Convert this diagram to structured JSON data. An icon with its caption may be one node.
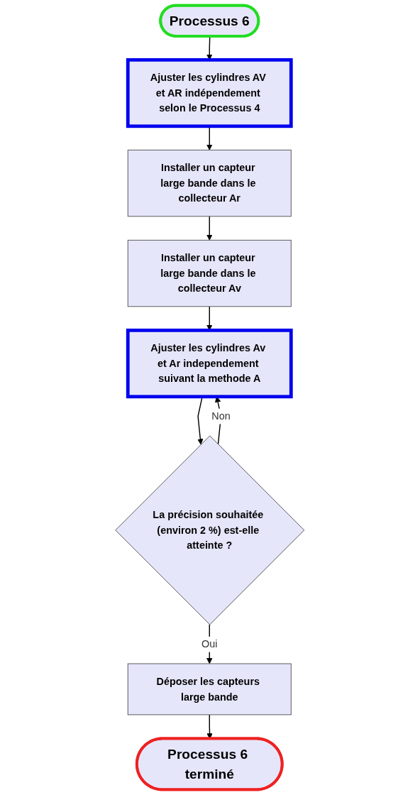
{
  "diagram": {
    "nodes": [
      {
        "text": [
          "Processus 6"
        ]
      },
      {
        "text": [
          "Ajuster les cylindres AV et AR indépendement selon le Processus 4"
        ]
      },
      {
        "text": [
          "Installer un capteur large bande dans le collecteur Ar"
        ]
      },
      {
        "text": [
          "Installer un capteur large bande dans le collecteur Av"
        ]
      },
      {
        "text": [
          "Ajuster les cylindres Av et Ar independement suivant la methode A"
        ]
      },
      {
        "text": [
          "La précision souhaitée (environ 2 %) est-elle atteinte ?"
        ]
      },
      {
        "text": [
          "Déposer les capteurs large bande"
        ]
      },
      {
        "text": [
          "Processus 6 terminé"
        ]
      }
    ],
    "edges": [
      {
        "from": 0,
        "to": 1,
        "arrow": "to"
      },
      {
        "from": 1,
        "to": 2,
        "arrow": "to"
      },
      {
        "from": 2,
        "to": 3,
        "arrow": "to"
      },
      {
        "from": 3,
        "to": 4,
        "arrow": "to"
      },
      {
        "from": 4,
        "to": 5,
        "arrow": "to"
      },
      {
        "from": 5,
        "to": 4,
        "label": "Non",
        "arrow": "to"
      },
      {
        "from": 5,
        "to": 6,
        "label": "Oui",
        "arrow": "to"
      },
      {
        "from": 6,
        "to": 7,
        "arrow": "to"
      }
    ]
  }
}
